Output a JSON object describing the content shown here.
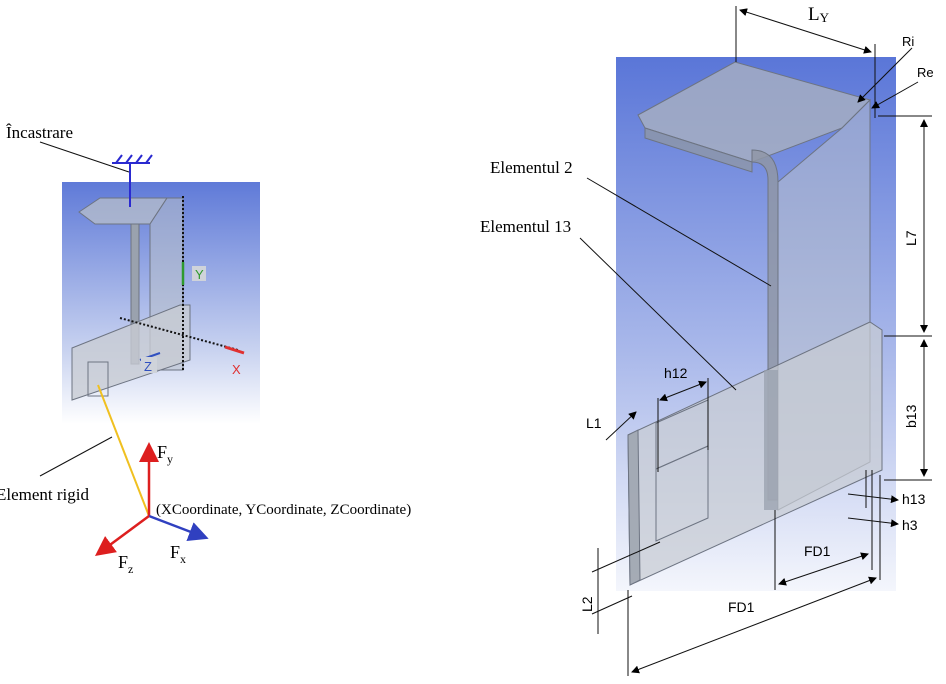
{
  "left_figure": {
    "support_label": "Încastrare",
    "rigid_label": "Element rigid",
    "coord_label": "(XCoordinate, YCoordinate, ZCoordinate)",
    "axis_x": "X",
    "axis_y": "Y",
    "axis_z": "Z",
    "force_y": {
      "base": "F",
      "sub": "y"
    },
    "force_x": {
      "base": "F",
      "sub": "x"
    },
    "force_z": {
      "base": "F",
      "sub": "z"
    }
  },
  "right_figure": {
    "element2_label": "Elementul 2",
    "element13_label": "Elementul 13",
    "ly": {
      "base": "L",
      "sub": "Y"
    },
    "ri": "Ri",
    "re": "Re",
    "l7": "L7",
    "b13": "b13",
    "h12": "h12",
    "l1": "L1",
    "h13": "h13",
    "h3": "h3",
    "fd1_inner": "FD1",
    "fd1_outer": "FD1",
    "l2": "L2"
  },
  "colors": {
    "bg_top": "#5f7ad8",
    "bg_bottom": "#ffffff",
    "plate": "#b8bfc9",
    "plate_edge": "#6d7482",
    "axis_x": "#e03030",
    "axis_y": "#2e9a2e",
    "axis_z": "#3050c0",
    "support": "#2a2ad0",
    "rigid": "#f0c020",
    "force": "#dd1f1f",
    "force_x": "#3040c0"
  }
}
